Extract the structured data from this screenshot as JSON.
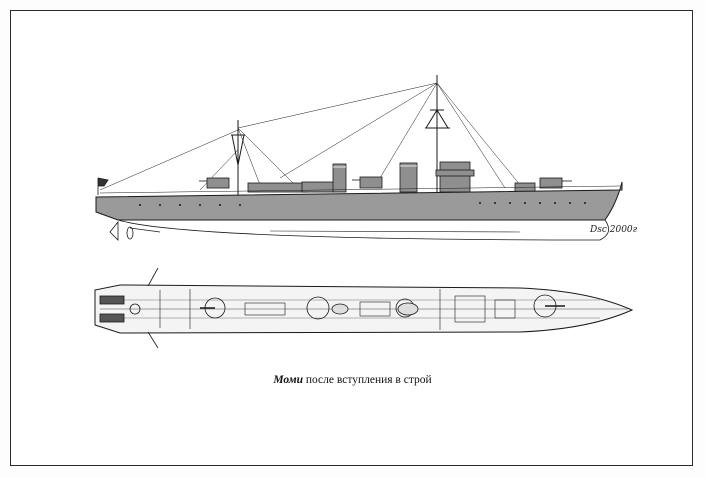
{
  "caption": {
    "ship_name": "Моми",
    "rest": " после вступления в строй"
  },
  "signature": "Dsc 2000г",
  "colors": {
    "hull": "#9a9a9a",
    "ink": "#1a1a1a",
    "paper": "#ffffff"
  }
}
